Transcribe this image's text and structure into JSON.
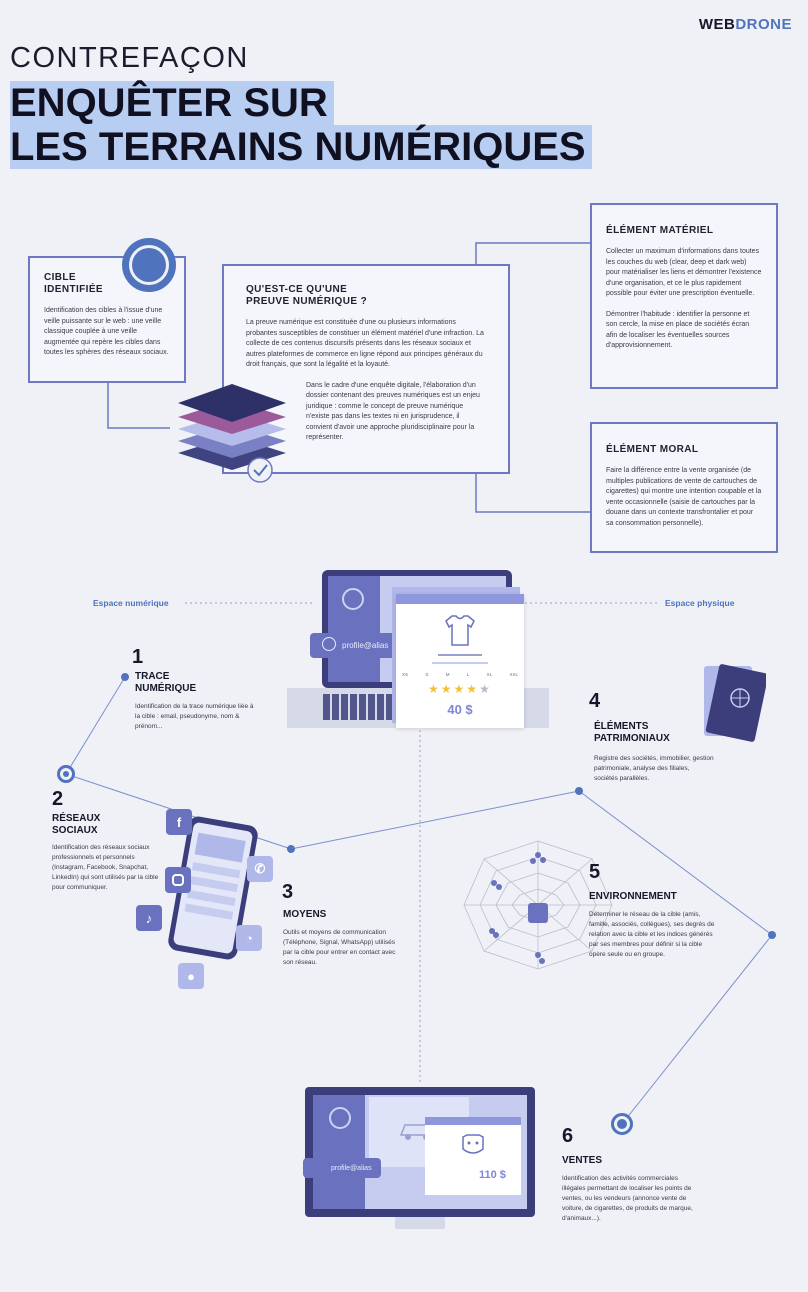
{
  "header": {
    "logo_web": "WEB",
    "logo_drone": "DRONE",
    "kicker": "CONTREFAÇON",
    "headline_1": "ENQUÊTER SUR",
    "headline_2": "LES TERRAINS NUMÉRIQUES"
  },
  "cible": {
    "title_1": "CIBLE",
    "title_2": "IDENTIFIÉE",
    "text": "Identification des cibles à l'issue d'une veille puissante sur le web : une veille classique couplée à une veille augmentée qui repère les cibles dans toutes les sphères des réseaux sociaux."
  },
  "preuve": {
    "title_1": "QU'EST-CE QU'UNE",
    "title_2": "PREUVE NUMÉRIQUE ?",
    "text_1": "La preuve numérique est constituée d'une ou plusieurs informations probantes susceptibles de constituer un élément matériel d'une infraction. La collecte de ces contenus discursifs présents dans les réseaux sociaux et autres plateformes de commerce en ligne répond aux principes généraux du droit français, que sont la légalité et la loyauté.",
    "text_2": "Dans le cadre d'une enquête digitale, l'élaboration d'un dossier contenant des preuves numériques est un enjeu juridique : comme le concept de preuve numérique n'existe pas dans les textes ni en jurisprudence, il convient d'avoir une approche pluridisciplinaire pour la représenter."
  },
  "materiel": {
    "title": "ÉLÉMENT MATÉRIEL",
    "text_1": "Collecter un maximum d'informations dans toutes les couches du web (clear, deep et dark web) pour matérialiser les liens et démontrer l'existence d'une organisation, et ce le plus rapidement possible pour éviter une prescription éventuelle.",
    "text_2": "Démontrer l'habitude : identifier la personne et son cercle, la mise en place de sociétés écran afin de localiser les éventuelles sources d'approvisionnement."
  },
  "moral": {
    "title": "ÉLÉMENT MORAL",
    "text": "Faire la différence entre la vente organisée (de multiples publications de vente de cartouches de cigarettes) qui montre une intention coupable et la vente occasionnelle (saisie de cartouches par la douane dans un contexte transfrontalier et pour sa consommation personnelle)."
  },
  "spaces": {
    "numeric": "Espace numérique",
    "physical": "Espace physique"
  },
  "laptop": {
    "profile_label": "profile@alias",
    "sizes": [
      "XS",
      "S",
      "M",
      "L",
      "XL",
      "XXL"
    ],
    "price": "40 $",
    "rating": 4,
    "rating_max": 5
  },
  "steps": {
    "s1": {
      "num": "1",
      "title_1": "TRACE",
      "title_2": "NUMÉRIQUE",
      "text": "Identification de la trace numérique liée à la cible : email, pseudonyme, nom & prénom..."
    },
    "s2": {
      "num": "2",
      "title_1": "RÉSEAUX",
      "title_2": "SOCIAUX",
      "text": "Identification des réseaux sociaux professionnels et personnels (Instagram, Facebook, Snapchat, LinkedIn) qui sont utilisés par la cible pour communiquer."
    },
    "s3": {
      "num": "3",
      "title": "MOYENS",
      "text": "Outils et moyens de communication (Téléphone, Signal, WhatsApp) utilisés par la cible pour entrer en contact avec son réseau."
    },
    "s4": {
      "num": "4",
      "title_1": "ÉLÉMENTS",
      "title_2": "PATRIMONIAUX",
      "text": "Registre des sociétés, immobilier, gestion patrimoniale, analyse des filiales, sociétés parallèles."
    },
    "s5": {
      "num": "5",
      "title": "ENVIRONNEMENT",
      "text": "Déterminer le réseau de la cible (amis, famille, associés, collègues), ses degrés de relation avec la cible et les indices générés par ses membres pour définir si la cible opère seule ou en groupe."
    },
    "s6": {
      "num": "6",
      "title": "VENTES",
      "text": "Identification des activités commerciales illégales permettant de localiser les points de ventes, ou les vendeurs (annonce vente de voiture, de cigarettes, de produits de marque, d'animaux...)."
    }
  },
  "monitor": {
    "profile_label": "profile@alias",
    "price": "110 $"
  },
  "icons": {
    "facebook": "facebook-icon",
    "instagram": "instagram-icon",
    "tiktok": "tiktok-icon",
    "phone": "phone-icon",
    "whatsapp": "whatsapp-icon",
    "signal": "signal-icon"
  },
  "colors": {
    "accent": "#4f73bd",
    "box_border": "#6e79c4",
    "highlight": "#b8cdf2",
    "dark_layer": "#2e3168",
    "device_light": "#b0b8ea"
  }
}
